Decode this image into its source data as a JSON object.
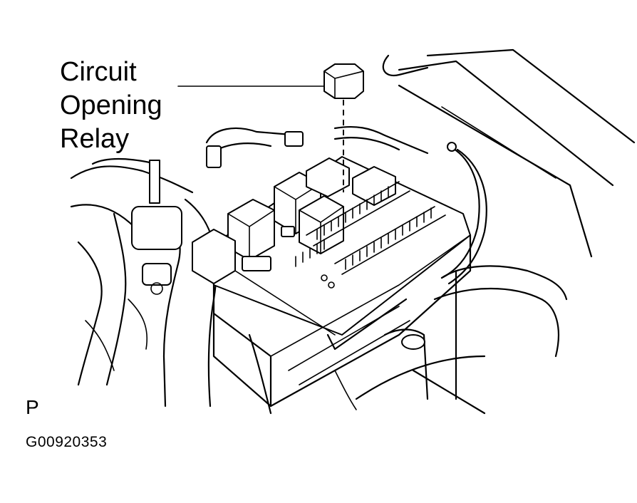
{
  "diagram": {
    "callout_lines": [
      "Circuit",
      "Opening",
      "Relay"
    ],
    "view_letter": "P",
    "figure_code": "G00920353"
  }
}
